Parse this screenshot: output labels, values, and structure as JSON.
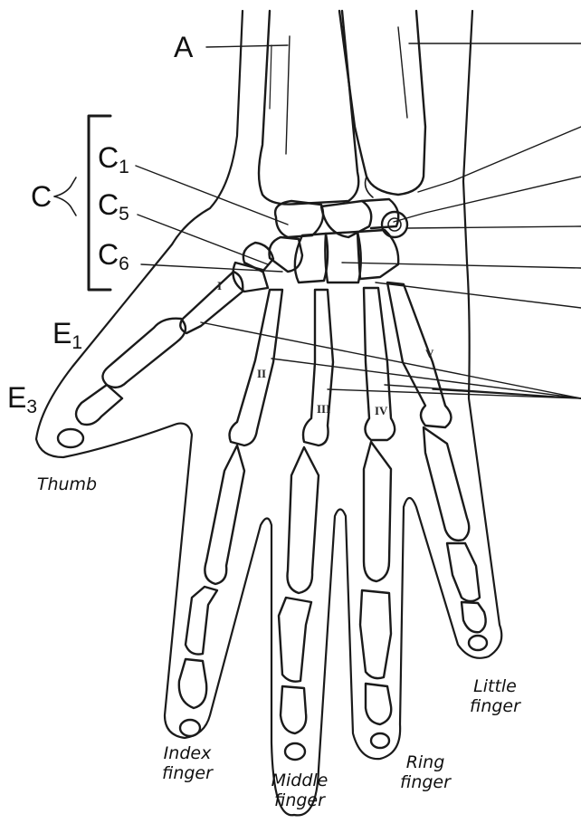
{
  "labels": {
    "A": "A",
    "C": "C",
    "C1": {
      "letter": "C",
      "sub": "1"
    },
    "C5": {
      "letter": "C",
      "sub": "5"
    },
    "C6": {
      "letter": "C",
      "sub": "6"
    },
    "E1": {
      "letter": "E",
      "sub": "1"
    },
    "E3": {
      "letter": "E",
      "sub": "3"
    }
  },
  "metacarpals": [
    "I",
    "II",
    "III",
    "IV",
    "V"
  ],
  "fingers": {
    "thumb": "Thumb",
    "index": "Index finger",
    "middle": "Middle finger",
    "ring": "Ring finger",
    "little": "Little finger"
  },
  "colors": {
    "ink": "#1a1a1a",
    "background": "#ffffff"
  }
}
